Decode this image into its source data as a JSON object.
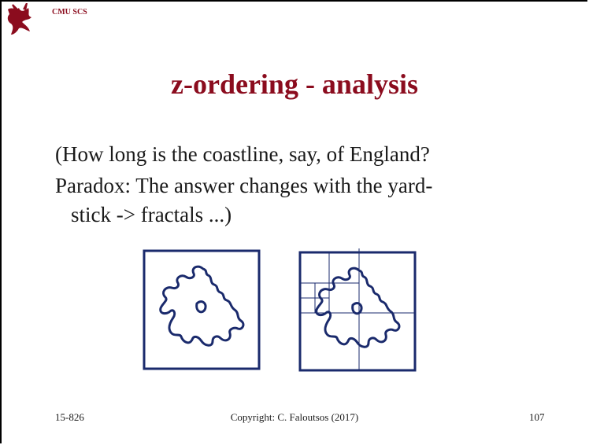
{
  "header": {
    "org": "CMU SCS",
    "logo": "griffin-logo"
  },
  "slide": {
    "title": "z-ordering - analysis",
    "body": [
      "(How long is the coastline, say, of England?",
      "Paradox: The answer changes with the yard-",
      "stick -> fractals ...)"
    ]
  },
  "figures": {
    "left": "coastline-fractal",
    "right": "coastline-fractal-with-grid"
  },
  "footer": {
    "course": "15-826",
    "copyright": "Copyright: C. Faloutsos (2017)",
    "page": "107"
  },
  "colors": {
    "title": "#8b0c1e",
    "figure_stroke": "#1a2a6c",
    "text": "#1a1a1a"
  }
}
